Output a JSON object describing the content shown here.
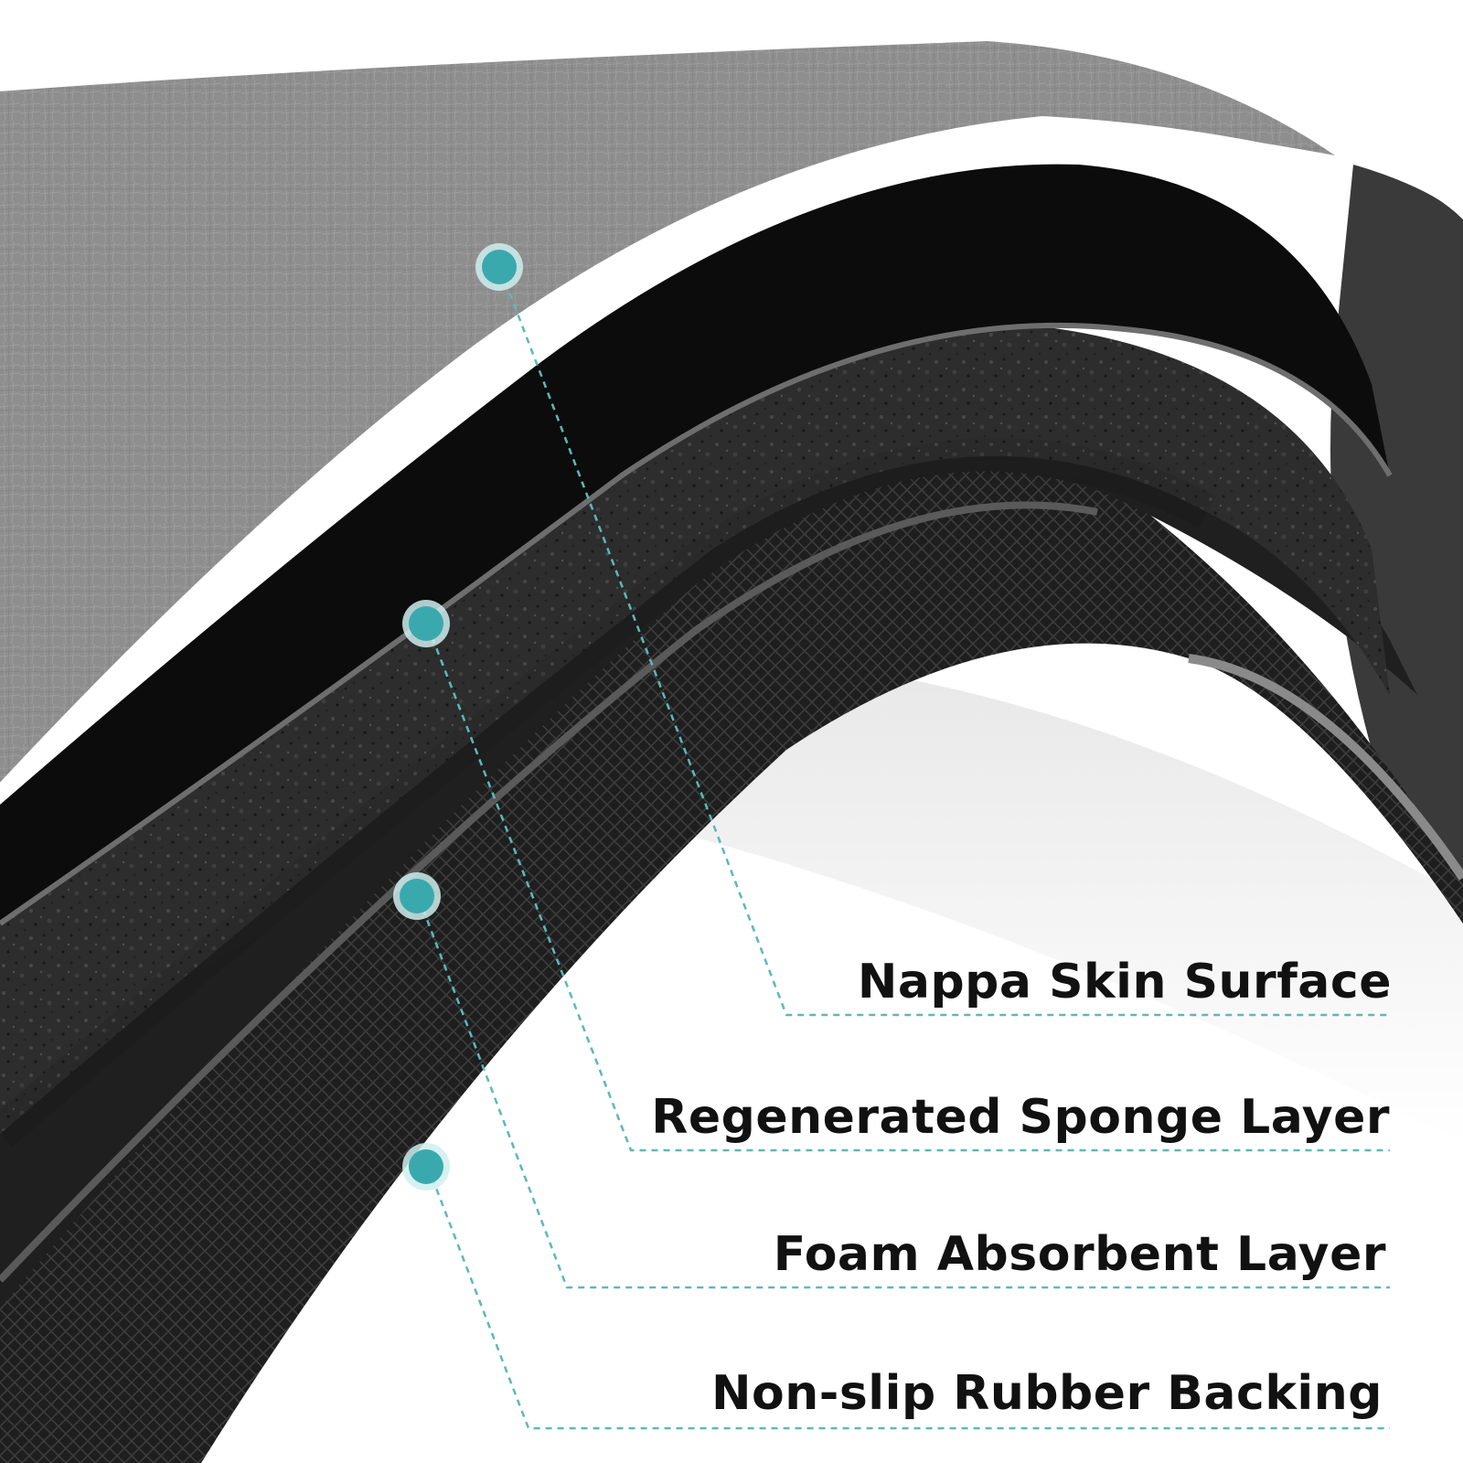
{
  "layers": [
    {
      "label": "Nappa Skin Surface"
    },
    {
      "label": "Regenerated Sponge Layer"
    },
    {
      "label": "Foam Absorbent Layer"
    },
    {
      "label": "Non-slip Rubber Backing"
    }
  ],
  "colors": {
    "marker": "#3aa9ad",
    "marker_halo": "#cfeeee",
    "leader": "#5cb8bb",
    "surface": "#8f8f8f",
    "black_layer": "#0c0c0c",
    "sponge": "#2e2e2e",
    "rubber": "#1f1f1f",
    "label_text": "#111111"
  }
}
